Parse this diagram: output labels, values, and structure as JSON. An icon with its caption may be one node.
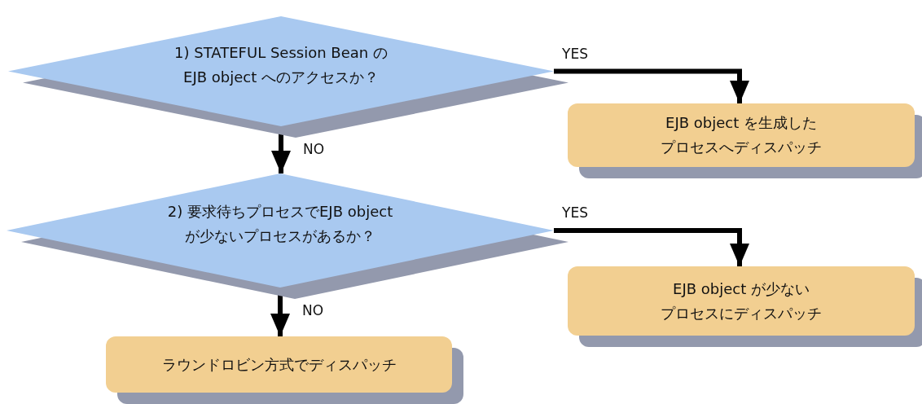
{
  "diagram": {
    "nodes": [
      {
        "text": [
          "1) STATEFUL Session Bean の EJB object へのアクセスか？"
        ]
      },
      {
        "text": [
          "EJB object を生成したプロセスへディスパッチ"
        ]
      },
      {
        "text": [
          "2) 要求待ちプロセスでEJB object が少ないプロセスがあるか？"
        ]
      },
      {
        "text": [
          "EJB object が少ないプロセスにディスパッチ"
        ]
      },
      {
        "text": [
          "ラウンドロビン方式でディスパッチ"
        ]
      }
    ],
    "edges": [
      {
        "from": 0,
        "to": 1,
        "arrow": "to",
        "label": "YES"
      },
      {
        "from": 0,
        "to": 2,
        "arrow": "to",
        "label": "NO"
      },
      {
        "from": 2,
        "to": 3,
        "arrow": "to",
        "label": "YES"
      },
      {
        "from": 2,
        "to": 4,
        "arrow": "to",
        "label": "NO"
      }
    ]
  }
}
